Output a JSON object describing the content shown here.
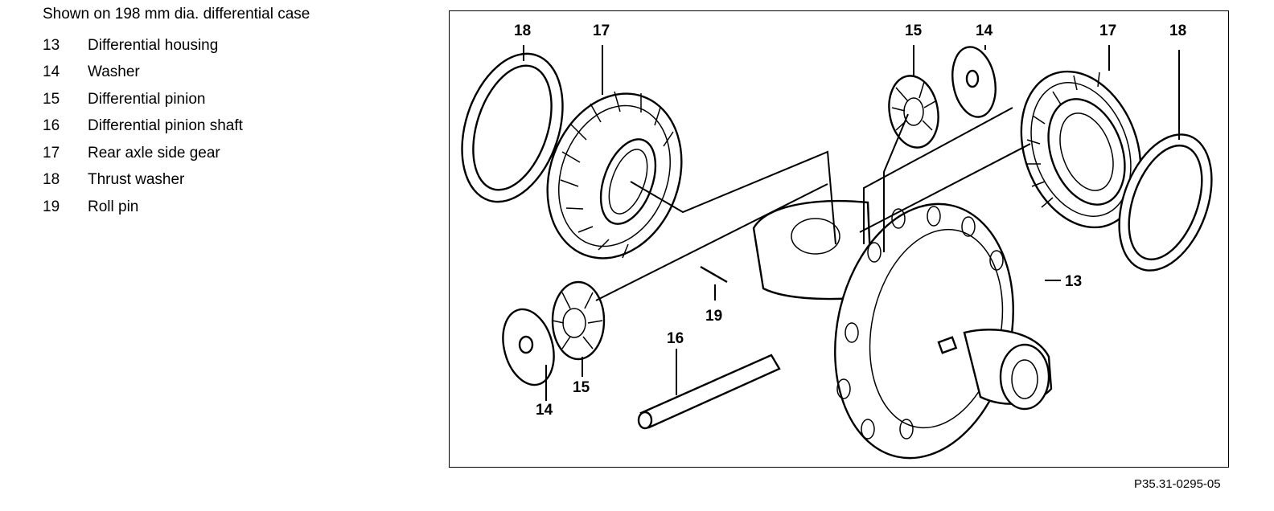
{
  "legend": {
    "title": "Shown on 198 mm dia. differential case",
    "items": [
      {
        "num": "13",
        "label": "Differential housing"
      },
      {
        "num": "14",
        "label": "Washer"
      },
      {
        "num": "15",
        "label": "Differential pinion"
      },
      {
        "num": "16",
        "label": "Differential pinion shaft"
      },
      {
        "num": "17",
        "label": "Rear axle side gear"
      },
      {
        "num": "18",
        "label": "Thrust washer"
      },
      {
        "num": "19",
        "label": "Roll pin"
      }
    ]
  },
  "figure": {
    "callouts": {
      "washer_18_left": "18",
      "gear_17_left": "17",
      "pinion_15_top": "15",
      "washer_14_top": "14",
      "gear_17_right": "17",
      "washer_18_right": "18",
      "housing_13": "13",
      "roll_pin_19": "19",
      "shaft_16": "16",
      "pinion_15_bottom": "15",
      "washer_14_bottom": "14"
    },
    "reference_code": "P35.31-0295-05"
  }
}
